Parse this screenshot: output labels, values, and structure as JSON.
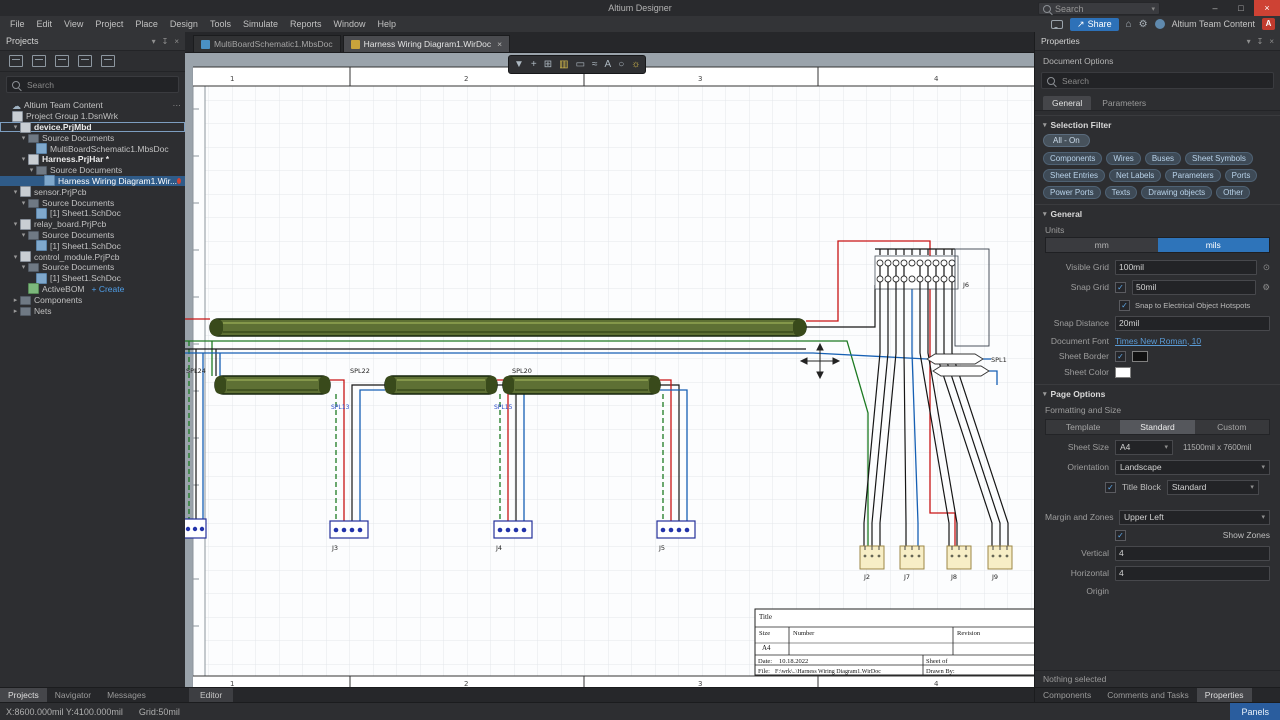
{
  "icons": {
    "check": "✓",
    "chevron_down": "▾",
    "chevron_right": "▸",
    "close": "×",
    "minimize": "–",
    "maximize": "□",
    "eye": "⊙",
    "gear": "⚙",
    "home": "⌂",
    "pin": "↧",
    "dots": "···",
    "cloud": "☁",
    "filter": "▼",
    "move": "+",
    "grid": "⊞",
    "columns": "▥",
    "ruler": "▭",
    "wave": "≈",
    "text": "A",
    "lasso": "○",
    "bulb": "☼",
    "share_arrow": "↗",
    "caret": "▾"
  },
  "titlebar": {
    "title": "Altium Designer",
    "search_placeholder": "Search"
  },
  "menubar": {
    "items": [
      "File",
      "Edit",
      "View",
      "Project",
      "Place",
      "Design",
      "Tools",
      "Simulate",
      "Reports",
      "Window",
      "Help"
    ],
    "share_label": "Share",
    "account_label": "Altium Team Content",
    "app_badge": "A"
  },
  "projects_panel": {
    "title": "Projects",
    "search_placeholder": "Search",
    "create_link": "+ Create",
    "tree": [
      {
        "label": "Altium Team Content"
      },
      {
        "label": "Project Group 1.DsnWrk"
      },
      {
        "label": "device.PrjMbd"
      },
      {
        "label": "Source Documents"
      },
      {
        "label": "MultiBoardSchematic1.MbsDoc"
      },
      {
        "label": "Harness.PrjHar *"
      },
      {
        "label": "Source Documents"
      },
      {
        "label": "Harness Wiring Diagram1.Wir..."
      },
      {
        "label": "sensor.PrjPcb"
      },
      {
        "label": "Source Documents"
      },
      {
        "label": "[1] Sheet1.SchDoc"
      },
      {
        "label": "relay_board.PrjPcb"
      },
      {
        "label": "Source Documents"
      },
      {
        "label": "[1] Sheet1.SchDoc"
      },
      {
        "label": "control_module.PrjPcb"
      },
      {
        "label": "Source Documents"
      },
      {
        "label": "[1] Sheet1.SchDoc"
      },
      {
        "label": "ActiveBOM"
      },
      {
        "label": "Components"
      },
      {
        "label": "Nets"
      }
    ],
    "tabs": [
      "Projects",
      "Navigator",
      "Messages"
    ]
  },
  "doc_tabs": [
    {
      "label": "MultiBoardSchematic1.MbsDoc"
    },
    {
      "label": "Harness Wiring Diagram1.WirDoc"
    }
  ],
  "canvas": {
    "zones": [
      "1",
      "2",
      "3",
      "4"
    ],
    "splices": {
      "spl24": "SPL24",
      "spl22": "SPL22",
      "spl20": "SPL20",
      "spl13": "SPL13",
      "spl15": "SPL15",
      "spl1": "SPL1"
    },
    "connectors": {
      "j2": "J2",
      "j3": "J3",
      "j4": "J4",
      "j5": "J5",
      "j6": "J6",
      "j7": "J7",
      "j8": "J8",
      "j9": "J9"
    },
    "title_block": {
      "title_label": "Title",
      "size_label": "Size",
      "size_value": "A4",
      "number_label": "Number",
      "revision_label": "Revision",
      "date_label": "Date:",
      "date_value": "10.18.2022",
      "sheet_label": "Sheet    of",
      "file_label": "File:",
      "file_value": "F:\\wrk\\..\\Harness Wiring Diagram1.WirDoc",
      "drawn_label": "Drawn By:"
    },
    "editor_tab": "Editor"
  },
  "properties_panel": {
    "title": "Properties",
    "subtitle": "Document Options",
    "search_placeholder": "Search",
    "tabs": [
      "General",
      "Parameters"
    ],
    "selection_filter": {
      "header": "Selection Filter",
      "all_on": "All - On",
      "buttons": [
        "Components",
        "Wires",
        "Buses",
        "Sheet Symbols",
        "Sheet Entries",
        "Net Labels",
        "Parameters",
        "Ports",
        "Power Ports",
        "Texts",
        "Drawing objects",
        "Other"
      ]
    },
    "general": {
      "header": "General",
      "units_label": "Units",
      "units": [
        "mm",
        "mils"
      ],
      "visible_grid_label": "Visible Grid",
      "visible_grid_value": "100mil",
      "snap_grid_label": "Snap Grid",
      "snap_grid_value": "50mil",
      "snap_hotspots_label": "Snap to Electrical Object Hotspots",
      "snap_distance_label": "Snap Distance",
      "snap_distance_value": "20mil",
      "document_font_label": "Document Font",
      "document_font_value": "Times New Roman, 10",
      "sheet_border_label": "Sheet Border",
      "sheet_color_label": "Sheet Color"
    },
    "page_options": {
      "header": "Page Options",
      "formatting_label": "Formatting and Size",
      "format_tabs": [
        "Template",
        "Standard",
        "Custom"
      ],
      "sheet_size_label": "Sheet Size",
      "sheet_size_value": "A4",
      "sheet_dims": "11500mil x 7600mil",
      "orientation_label": "Orientation",
      "orientation_value": "Landscape",
      "title_block_label": "Title Block",
      "title_block_value": "Standard",
      "margin_zones_label": "Margin and Zones",
      "margin_zones_value": "Upper Left",
      "show_zones_label": "Show Zones",
      "vertical_label": "Vertical",
      "vertical_value": "4",
      "horizontal_label": "Horizontal",
      "horizontal_value": "4",
      "origin_label": "Origin"
    },
    "status": "Nothing selected",
    "bottom_tabs": [
      "Components",
      "Comments and Tasks",
      "Properties"
    ]
  },
  "statusbar": {
    "coords": "X:8600.000mil Y:4100.000mil",
    "grid": "Grid:50mil",
    "panels_label": "Panels"
  }
}
